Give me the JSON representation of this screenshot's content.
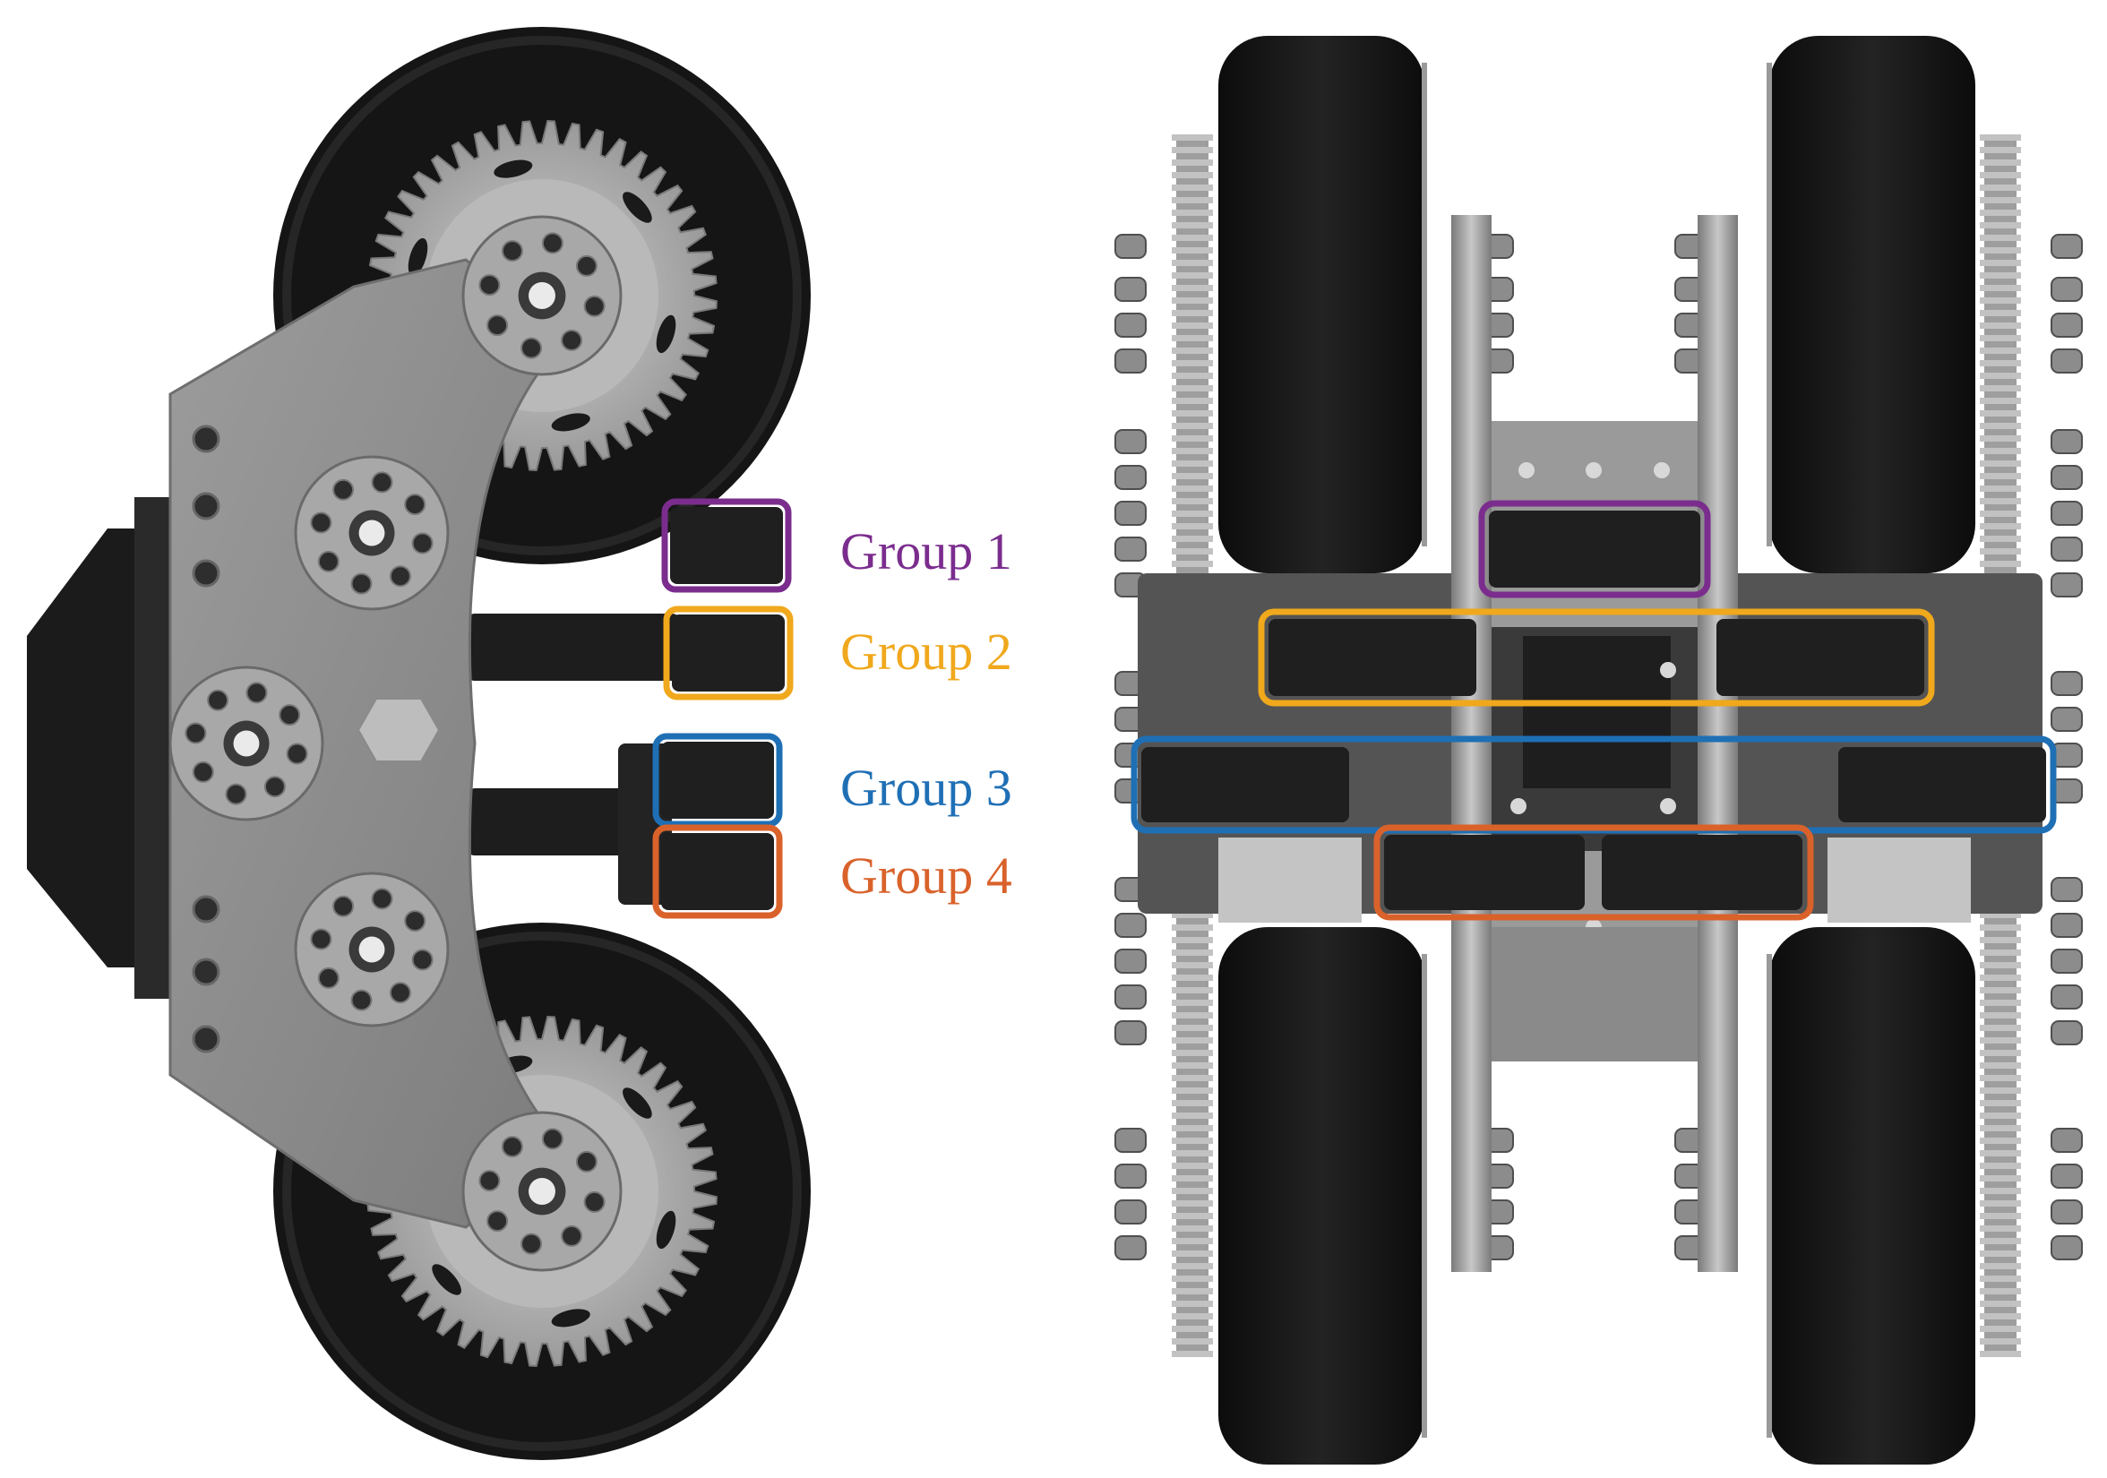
{
  "groups": [
    {
      "label": "Group 1",
      "color": "#7b2d8e"
    },
    {
      "label": "Group 2",
      "color": "#f0a81c"
    },
    {
      "label": "Group 3",
      "color": "#1f6fb5"
    },
    {
      "label": "Group 4",
      "color": "#d9622b"
    }
  ],
  "colors": {
    "tire": "#141414",
    "plate": "#8d8d8d",
    "gear": "#a6a6a6",
    "box": "#1e1e1e",
    "metal": "#b5b5b5"
  }
}
